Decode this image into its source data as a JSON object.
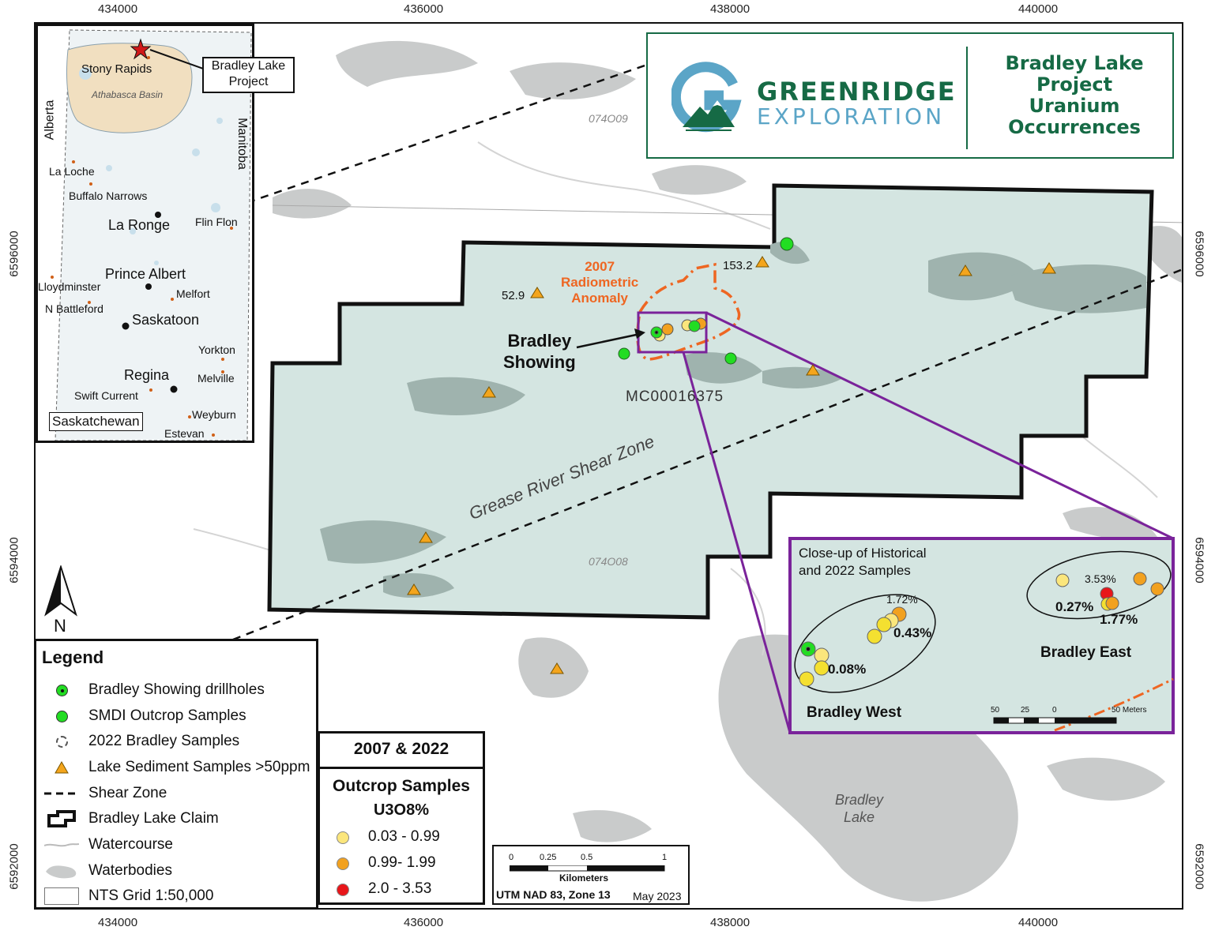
{
  "colors": {
    "claim_fill": "#d4e5e1",
    "claim_border": "#111111",
    "water": "#c9cbcb",
    "water_in_claim": "#9fb3ae",
    "anomaly": "#ee6622",
    "zoom_box": "#7a239a",
    "brand_green": "#166a45",
    "brand_blue": "#5ba5c7",
    "sample_low": "#fbe67c",
    "sample_mid": "#f2a11f",
    "sample_high": "#e8161a",
    "smdi_green": "#22dd22",
    "lake_sed": "#f4a51c"
  },
  "axes": {
    "x_ticks": [
      "434000",
      "436000",
      "438000",
      "440000"
    ],
    "y_ticks": [
      "6596000",
      "6594000",
      "6592000"
    ]
  },
  "title_block": {
    "company_line1": "GREENRIDGE",
    "company_line2": "EXPLORATION",
    "title_lines": [
      "Bradley Lake",
      "Project",
      "Uranium",
      "Occurrences"
    ],
    "logo_icon": "mountain-g-logo"
  },
  "map_labels": {
    "nts_north": "074O09",
    "nts_south": "074O08",
    "anomaly_label": [
      "2007",
      "Radiometric",
      "Anomaly"
    ],
    "showing_label": [
      "Bradley",
      "Showing"
    ],
    "mc_id": "MC00016375",
    "shear_zone": "Grease River Shear Zone",
    "lake_label": [
      "Bradley",
      "Lake"
    ],
    "sed_values": [
      "52.9",
      "153.2"
    ]
  },
  "inset": {
    "labels": {
      "stony_rapids": "Stony Rapids",
      "project_callout": [
        "Bradley Lake",
        "Project"
      ],
      "basin": "Athabasca Basin",
      "alberta": "Alberta",
      "manitoba": "Manitoba",
      "province": "Saskatchewan"
    },
    "towns": [
      {
        "name": "La Loche"
      },
      {
        "name": "Buffalo Narrows"
      },
      {
        "name": "La Ronge"
      },
      {
        "name": "Flin Flon"
      },
      {
        "name": "Prince Albert"
      },
      {
        "name": "Lloydminster"
      },
      {
        "name": "Melfort"
      },
      {
        "name": "N Battleford"
      },
      {
        "name": "Saskatoon"
      },
      {
        "name": "Yorkton"
      },
      {
        "name": "Regina"
      },
      {
        "name": "Melville"
      },
      {
        "name": "Swift Current"
      },
      {
        "name": "Weyburn"
      },
      {
        "name": "Estevan"
      }
    ]
  },
  "closeup": {
    "title": [
      "Close-up of Historical",
      "and 2022 Samples"
    ],
    "west_label": "Bradley West",
    "east_label": "Bradley East",
    "values": [
      "1.72%",
      "0.43%",
      "0.08%",
      "3.53%",
      "0.27%",
      "1.77%"
    ],
    "scale": {
      "ticks": [
        "50",
        "25",
        "0",
        "50 Meters"
      ]
    }
  },
  "legend": {
    "title": "Legend",
    "items": [
      {
        "label": "Bradley Showing drillholes",
        "icon": "drillhole-icon"
      },
      {
        "label": "SMDI Outcrop Samples",
        "icon": "smdi-dot-icon"
      },
      {
        "label": "2022 Bradley Samples",
        "icon": "dashed-circle-icon"
      },
      {
        "label": "Lake Sediment Samples >50ppm",
        "icon": "triangle-icon"
      },
      {
        "label": "Shear Zone",
        "icon": "dashed-line-icon"
      },
      {
        "label": "Bradley Lake Claim",
        "icon": "claim-outline-icon"
      },
      {
        "label": "Watercourse",
        "icon": "watercourse-icon"
      },
      {
        "label": "Waterbodies",
        "icon": "waterbody-icon"
      },
      {
        "label": "NTS Grid 1:50,000",
        "icon": "grid-box-icon"
      }
    ]
  },
  "sample_legend": {
    "header": "2007 & 2022",
    "title": "Outcrop Samples",
    "unit": "U3O8%",
    "classes": [
      {
        "label": "0.03 - 0.99"
      },
      {
        "label": "0.99- 1.99"
      },
      {
        "label": "2.0 - 3.53"
      }
    ]
  },
  "scalebar": {
    "ticks": [
      "0",
      "0.25",
      "0.5",
      "1"
    ],
    "unit": "Kilometers",
    "projection": "UTM NAD 83, Zone 13",
    "date": "May 2023"
  },
  "north_arrow": "N"
}
